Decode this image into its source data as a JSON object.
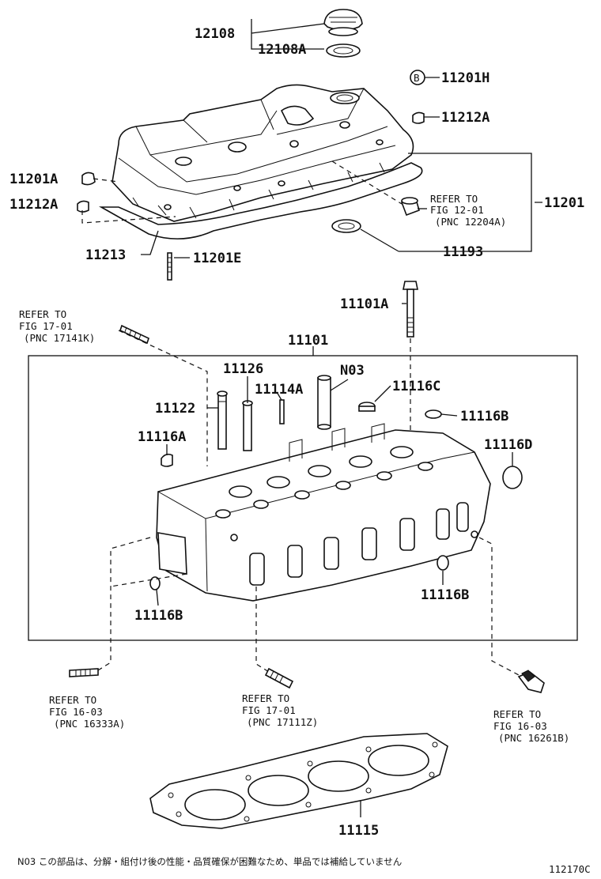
{
  "labels": {
    "p12108": "12108",
    "p12108A": "12108A",
    "p11201H": "11201H",
    "bubble_b": "B",
    "p11212A_r": "11212A",
    "p11201A": "11201A",
    "p11212A_l": "11212A",
    "p11201": "11201",
    "p11213": "11213",
    "p11201E": "11201E",
    "p11193": "11193",
    "p11101A": "11101A",
    "p11101": "11101",
    "p11126": "11126",
    "pN03": "N03",
    "p11114A": "11114A",
    "p11116C": "11116C",
    "p11122": "11122",
    "p11116B_top": "11116B",
    "p11116A": "11116A",
    "p11116D": "11116D",
    "p11116B_right": "11116B",
    "p11116B_left": "11116B",
    "p11115": "11115"
  },
  "refs": {
    "ref_12204a": {
      "line1": "REFER TO",
      "line2": "FIG 12-01",
      "line3": "(PNC 12204A)"
    },
    "ref_17141k": {
      "line1": "REFER TO",
      "line2": "FIG 17-01",
      "line3": "(PNC 17141K)"
    },
    "ref_16333a": {
      "line1": "REFER TO",
      "line2": "FIG 16-03",
      "line3": "(PNC 16333A)"
    },
    "ref_17111z": {
      "line1": "REFER TO",
      "line2": "FIG 17-01",
      "line3": "(PNC 17111Z)"
    },
    "ref_16261b": {
      "line1": "REFER TO",
      "line2": "FIG 16-03",
      "line3": "(PNC 16261B)"
    }
  },
  "footer": {
    "note": "N03 この部品は、分解・組付け後の性能・品質確保が困難なため、単品では補給していません",
    "figure_id": "112170C"
  }
}
